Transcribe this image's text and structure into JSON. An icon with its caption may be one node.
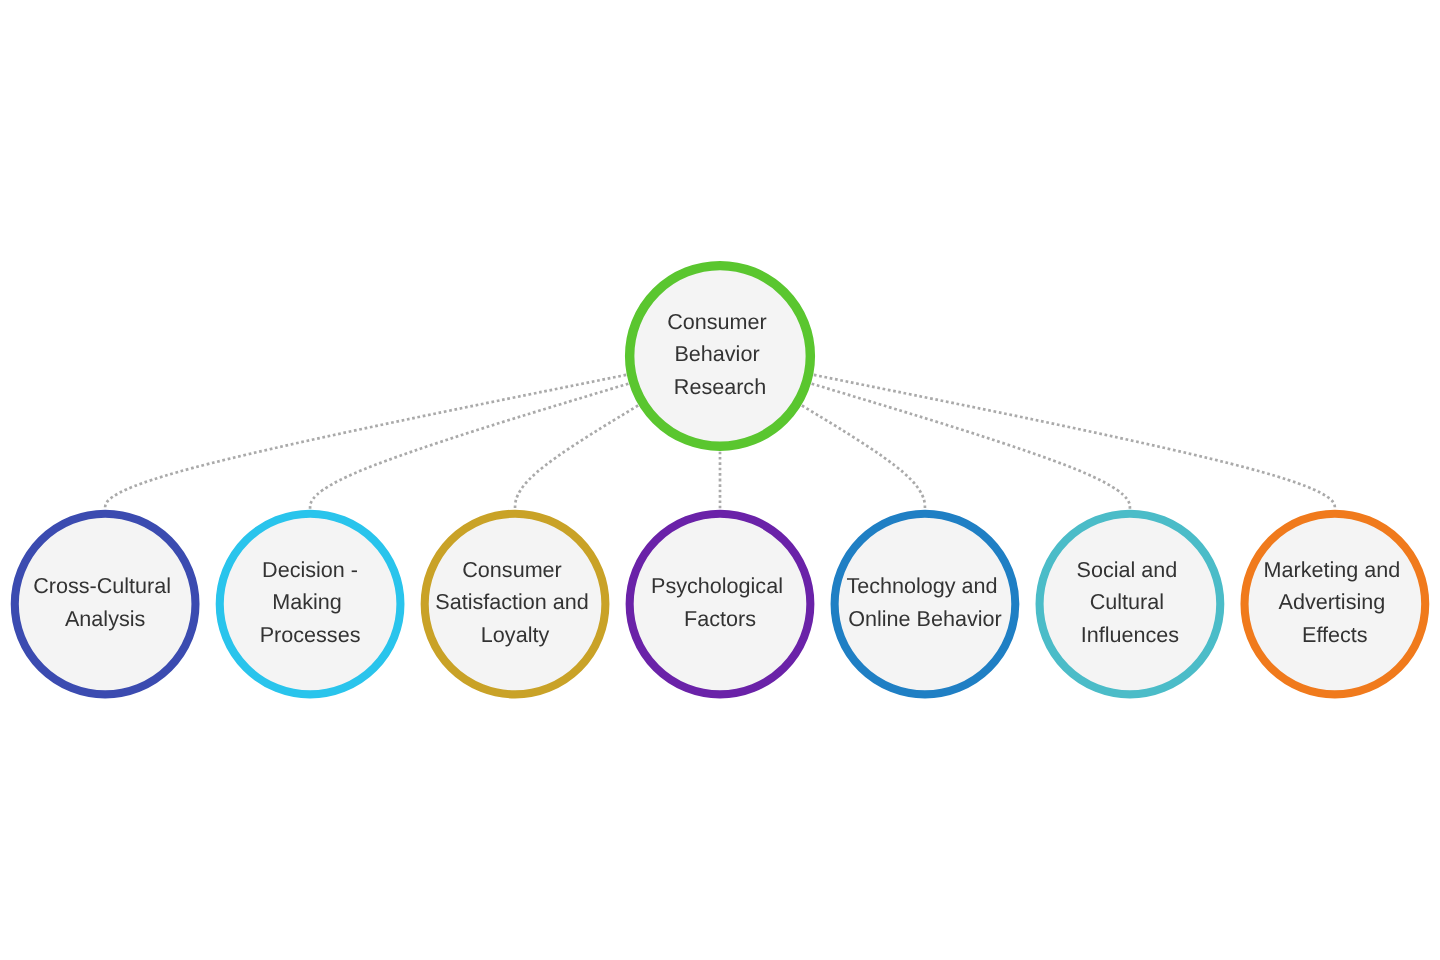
{
  "diagram": {
    "nodes": [
      {
        "text": [
          "Consumer Behavior Research"
        ]
      },
      {
        "text": [
          "Cross-Cultural Analysis"
        ]
      },
      {
        "text": [
          "Decision -Making Processes"
        ]
      },
      {
        "text": [
          "Consumer Satisfaction and Loyalty"
        ]
      },
      {
        "text": [
          "Psychological Factors"
        ]
      },
      {
        "text": [
          "Technology and Online Behavior"
        ]
      },
      {
        "text": [
          "Social and Cultural Influences"
        ]
      },
      {
        "text": [
          "Marketing and Advertising Effects"
        ]
      }
    ],
    "edges": [
      {
        "from": 0,
        "to": 1,
        "arrow": "none",
        "style": "dashed"
      },
      {
        "from": 0,
        "to": 2,
        "arrow": "none",
        "style": "dashed"
      },
      {
        "from": 0,
        "to": 3,
        "arrow": "none",
        "style": "dashed"
      },
      {
        "from": 0,
        "to": 4,
        "arrow": "none",
        "style": "dashed"
      },
      {
        "from": 0,
        "to": 5,
        "arrow": "none",
        "style": "dashed"
      },
      {
        "from": 0,
        "to": 6,
        "arrow": "none",
        "style": "dashed"
      },
      {
        "from": 0,
        "to": 7,
        "arrow": "none",
        "style": "dashed"
      }
    ]
  }
}
